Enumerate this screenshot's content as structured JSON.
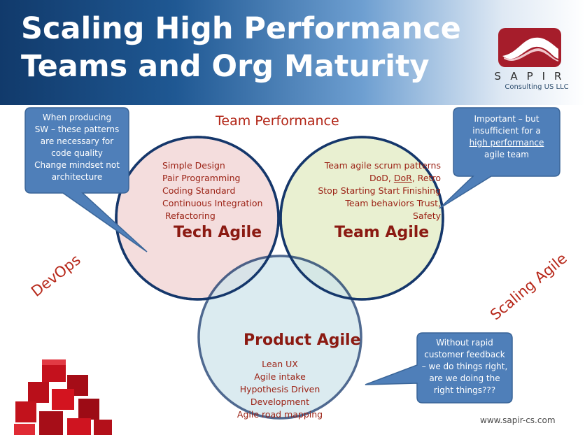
{
  "title": {
    "line1": "Scaling High Performance",
    "line2": "Teams and Org Maturity"
  },
  "brand": {
    "name": "SAPIR",
    "subtitle": "Consulting US LLC",
    "logo_colors": {
      "primary": "#a61d2b",
      "accent": "#ffffff"
    }
  },
  "venn": {
    "heading": "Team Performance",
    "tech": {
      "title": "Tech Agile",
      "items": [
        "Simple Design",
        "Pair Programming",
        "Coding Standard",
        "Continuous Integration",
        "Refactoring"
      ],
      "color": "#f4dcdc"
    },
    "team": {
      "title": "Team Agile",
      "items": [
        "Team agile scrum patterns",
        "DoD, DoR, Retro",
        "Stop Starting Start Finishing",
        "Team behaviors Trust, Safety"
      ],
      "item2_parts": [
        "DoD, ",
        "DoR",
        ", Retro"
      ],
      "color": "#e6eec9"
    },
    "product": {
      "title": "Product Agile",
      "items": [
        "Lean UX",
        "Agile intake",
        "Hypothesis Driven",
        "Development",
        "Agile road mapping"
      ],
      "color": "#cfe5ec"
    }
  },
  "callouts": {
    "left": [
      "When producing",
      "SW – these patterns",
      "are necessary for",
      "code quality",
      "Change mindset not",
      "architecture"
    ],
    "right": [
      "Important – but",
      "insufficient for a",
      "high performance",
      "agile team"
    ],
    "bottom": [
      "Without rapid",
      "customer feedback",
      "– we do things right,",
      "are we doing the",
      "right things???"
    ],
    "fill": "#4f7fb9"
  },
  "side_labels": {
    "left": "DevOps",
    "right": "Scaling Agile"
  },
  "footer": {
    "url": "www.sapir-cs.com"
  }
}
